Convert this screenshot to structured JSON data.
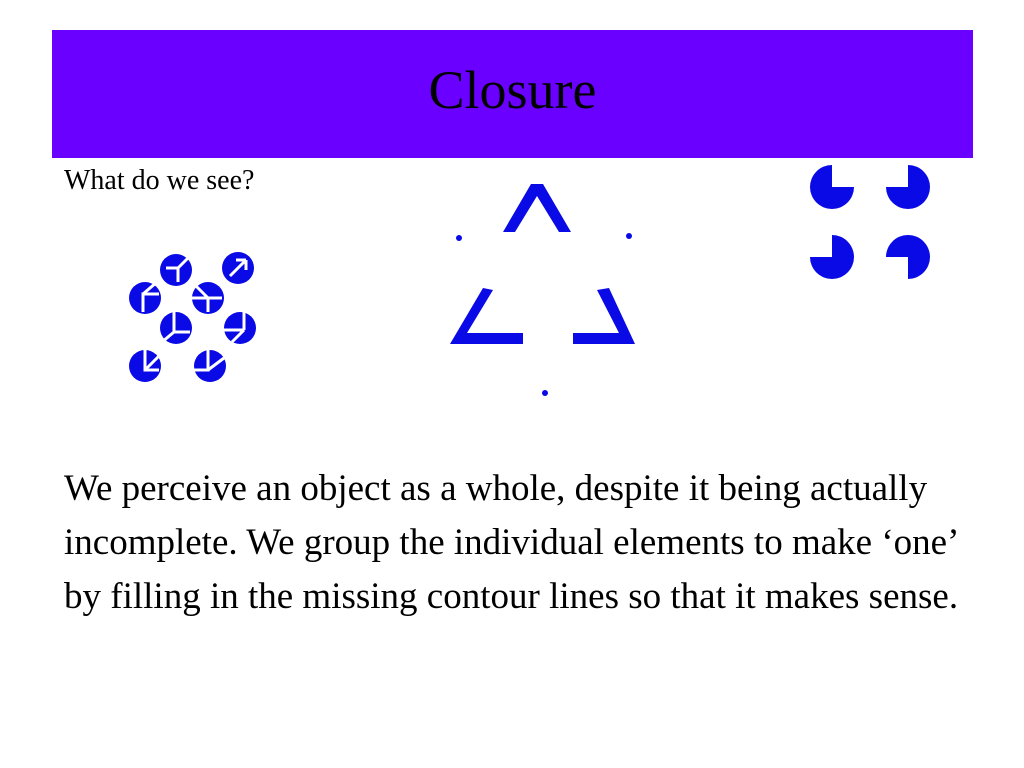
{
  "slide": {
    "title": "Closure",
    "question": "What do we see?",
    "body": "We perceive an object as a whole, despite it being actually incomplete. We group the individual elements to make ‘one’ by filling in the missing contour lines so that it makes sense."
  },
  "colors": {
    "title_background": "#6a00ff",
    "shape_fill": "#0a0ae6",
    "background": "#ffffff",
    "text": "#000000"
  },
  "figures": [
    {
      "kind": "pacman-circle-cluster",
      "icon": "circle-cluster-illusion-icon"
    },
    {
      "kind": "illusory-triangle",
      "icon": "kanizsa-triangle-icon"
    },
    {
      "kind": "illusory-square",
      "icon": "kanizsa-square-icon"
    }
  ]
}
